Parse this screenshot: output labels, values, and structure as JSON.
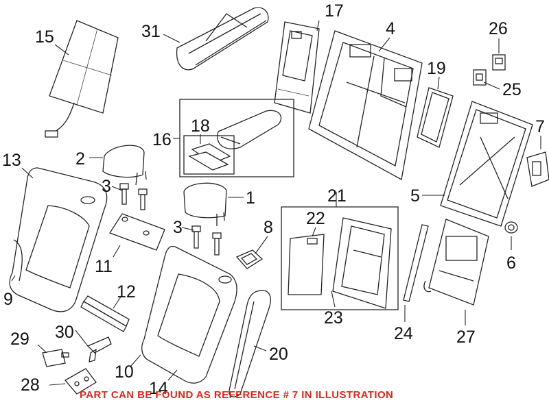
{
  "callouts": {
    "c1": "1",
    "c2": "2",
    "c3a": "3",
    "c3b": "3",
    "c4": "4",
    "c5": "5",
    "c6": "6",
    "c7": "7",
    "c8": "8",
    "c9": "9",
    "c10": "10",
    "c11": "11",
    "c12": "12",
    "c13": "13",
    "c14": "14",
    "c15": "15",
    "c16": "16",
    "c17": "17",
    "c18": "18",
    "c19": "19",
    "c20": "20",
    "c21": "21",
    "c22": "22",
    "c23": "23",
    "c24": "24",
    "c25": "25",
    "c26": "26",
    "c27": "27",
    "c28": "28",
    "c29": "29",
    "c30": "30",
    "c31": "31"
  },
  "note": "PART CAN BE FOUND AS REFERENCE # 7 IN ILLUSTRATION",
  "colors": {
    "note": "#e1251b",
    "line": "#222222"
  }
}
